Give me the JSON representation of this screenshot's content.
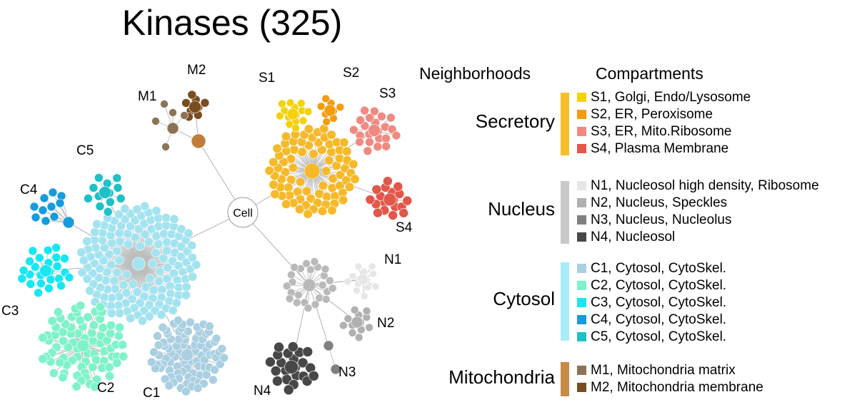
{
  "title": "Kinases (325)",
  "headers": {
    "neighborhoods": "Neighborhoods",
    "compartments": "Compartments"
  },
  "root_label": "Cell",
  "groups": [
    {
      "id": "secretory",
      "name": "Secretory",
      "color": "#f8bd2a",
      "items": [
        {
          "code": "S1",
          "text": "S1, Golgi, Endo/Lysosome",
          "color": "#f4d10d"
        },
        {
          "code": "S2",
          "text": "S2, ER, Peroxisome",
          "color": "#f39c0f"
        },
        {
          "code": "S3",
          "text": "S3, ER, Mito.Ribosome",
          "color": "#f08a80"
        },
        {
          "code": "S4",
          "text": "S4, Plasma Membrane",
          "color": "#e2574a"
        }
      ]
    },
    {
      "id": "nucleus",
      "name": "Nucleus",
      "color": "#c8c8c8",
      "items": [
        {
          "code": "N1",
          "text": "N1, Nucleosol high density, Ribosome",
          "color": "#e6e6e6"
        },
        {
          "code": "N2",
          "text": "N2, Nucleus, Speckles",
          "color": "#b0b0b0"
        },
        {
          "code": "N3",
          "text": "N3, Nucleus, Nucleolus",
          "color": "#808080"
        },
        {
          "code": "N4",
          "text": "N4, Nucleosol",
          "color": "#474747"
        }
      ]
    },
    {
      "id": "cytosol",
      "name": "Cytosol",
      "color": "#a8ecf7",
      "items": [
        {
          "code": "C1",
          "text": "C1, Cytosol, CytoSkel.",
          "color": "#a9cfe1"
        },
        {
          "code": "C2",
          "text": "C2, Cytosol, CytoSkel.",
          "color": "#7ff2c9"
        },
        {
          "code": "C3",
          "text": "C3, Cytosol, CytoSkel.",
          "color": "#17e7f2"
        },
        {
          "code": "C4",
          "text": "C4, Cytosol, CytoSkel.",
          "color": "#169cdc"
        },
        {
          "code": "C5",
          "text": "C5, Cytosol, CytoSkel.",
          "color": "#1ec0c8"
        }
      ]
    },
    {
      "id": "mitochondria",
      "name": "Mitochondria",
      "color": "#c98a46",
      "items": [
        {
          "code": "M1",
          "text": "M1, Mitochondria matrix",
          "color": "#8c7356"
        },
        {
          "code": "M2",
          "text": "M2, Mitochondria membrane",
          "color": "#7a4c1e"
        }
      ]
    }
  ],
  "hub_colors": {
    "secretory": "#f6b92a",
    "nucleus": "#b9b9b9",
    "cytosol": "#a3e3f0",
    "mitochondria": "#c07c3a"
  }
}
